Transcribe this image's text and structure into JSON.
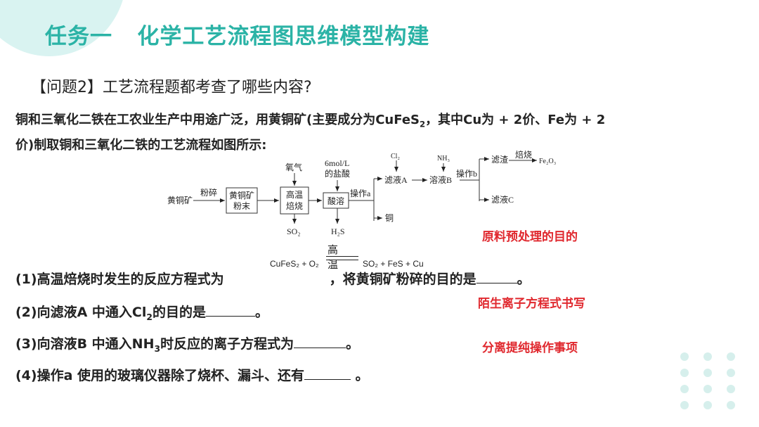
{
  "title": "任务一   化学工艺流程图思维模型构建",
  "question": "【问题2】工艺流程题都考查了哪些内容?",
  "intro": {
    "line1": "铜和三氧化二铁在工农业生产中用途广泛，用黄铜矿(主要成分为CuFeS",
    "line1_sub": "2",
    "line1_end": "，其中Cu为 + 2价、Fe为 + 2",
    "line2": "价)制取铜和三氧化二铁的工艺流程如图所示:"
  },
  "flow": {
    "ore": "黄铜矿",
    "crush": "粉碎",
    "powder_1": "黄铜矿",
    "powder_2": "粉末",
    "oxygen": "氧气",
    "roast_1": "高温",
    "roast_2": "焙烧",
    "so2": "SO₂",
    "acid_1": "6mol/L",
    "acid_2": "的盐酸",
    "dissolve": "酸溶",
    "h2s": "H₂S",
    "op_a": "操作a",
    "copper": "铜",
    "cl2": "Cl₂",
    "filtrate_a": "滤液A",
    "nh3": "NH₃",
    "solution_b": "溶液B",
    "op_b": "操作b",
    "residue": "滤渣",
    "burn": "焙烧",
    "fe2o3": "Fe₂O₃",
    "filtrate_c": "滤液C"
  },
  "equation": {
    "condition": "高温",
    "lhs": "CuFeS₂ + O₂",
    "rhs": "SO₂ + FeS + Cu"
  },
  "questions": {
    "q1_a": "(1)高温焙烧时发生的反应方程式为",
    "q1_b": "，将黄铜矿粉碎的目的是",
    "q1_end": "。",
    "q2_a": "(2)向滤液A 中通入Cl",
    "q2_sub": "2",
    "q2_b": "的目的是",
    "q2_end": "。",
    "q3_a": "(3)向溶液B 中通入NH",
    "q3_sub": "3",
    "q3_b": "时反应的离子方程式为",
    "q3_end": "。",
    "q4_a": "(4)操作a 使用的玻璃仪器除了烧杯、漏斗、还有",
    "q4_end": " 。"
  },
  "notes": {
    "pretreat": "原料预处理的目的",
    "ionic": "陌生离子方程式书写",
    "separate": "分离提纯操作事项"
  },
  "colors": {
    "title": "#2bb3a6",
    "note": "#e0282e",
    "dots": "#d6efec"
  }
}
